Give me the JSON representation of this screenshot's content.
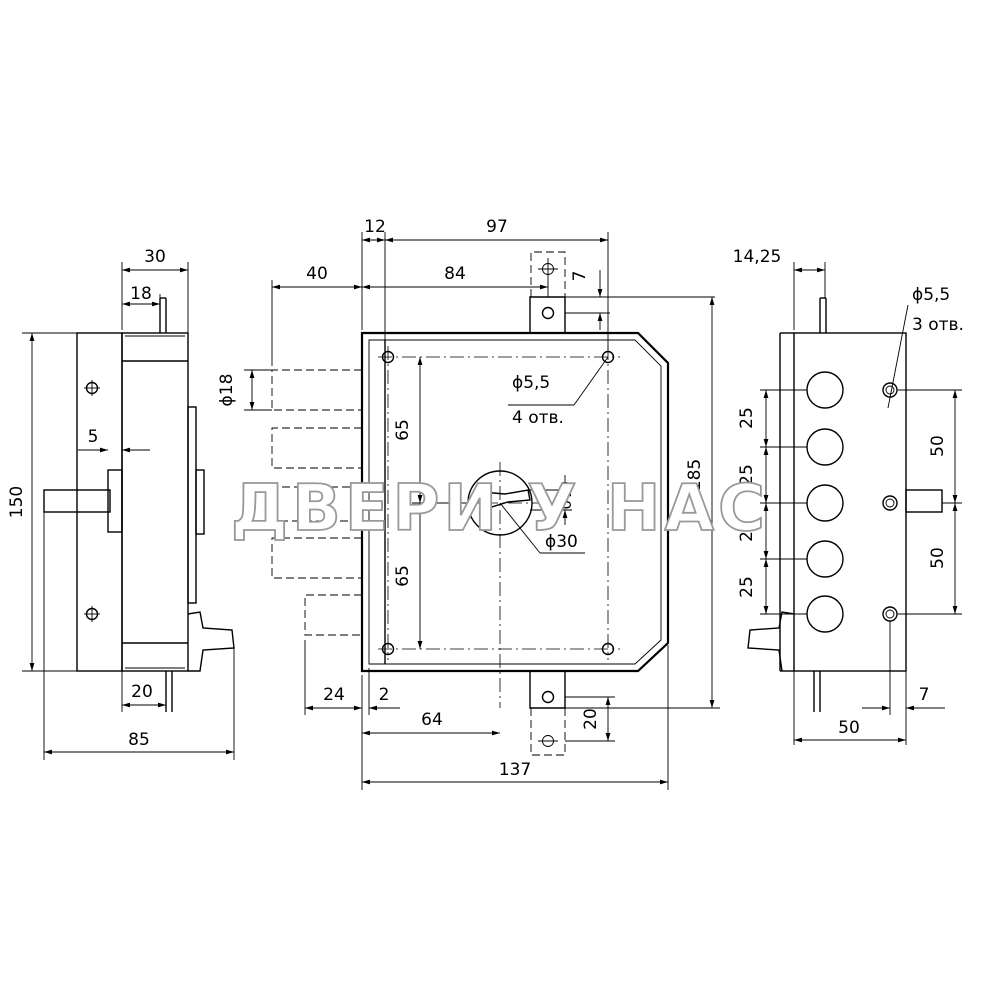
{
  "watermark": "ДВЕРИ У НАС",
  "side_left": {
    "d30": "30",
    "d18": "18",
    "d5": "5",
    "d150": "150",
    "d20": "20",
    "d85": "85"
  },
  "front": {
    "d12": "12",
    "d97": "97",
    "d40": "40",
    "d84": "84",
    "d7": "7",
    "d18": "ϕ18",
    "d65a": "65",
    "d65b": "65",
    "hole_dia": "ϕ5,5",
    "hole_count": "4 отв.",
    "d10": "10",
    "d30": "ϕ30",
    "d185": "185",
    "d24": "24",
    "d2": "2",
    "d64": "64",
    "d20": "20",
    "d137": "137"
  },
  "side_right": {
    "d1425": "14,25",
    "hole_dia": "ϕ5,5",
    "hole_count": "3 отв.",
    "d25a": "25",
    "d25b": "25",
    "d25c": "25",
    "d25d": "25",
    "d50a": "50",
    "d50b": "50",
    "d7": "7",
    "d50": "50"
  }
}
